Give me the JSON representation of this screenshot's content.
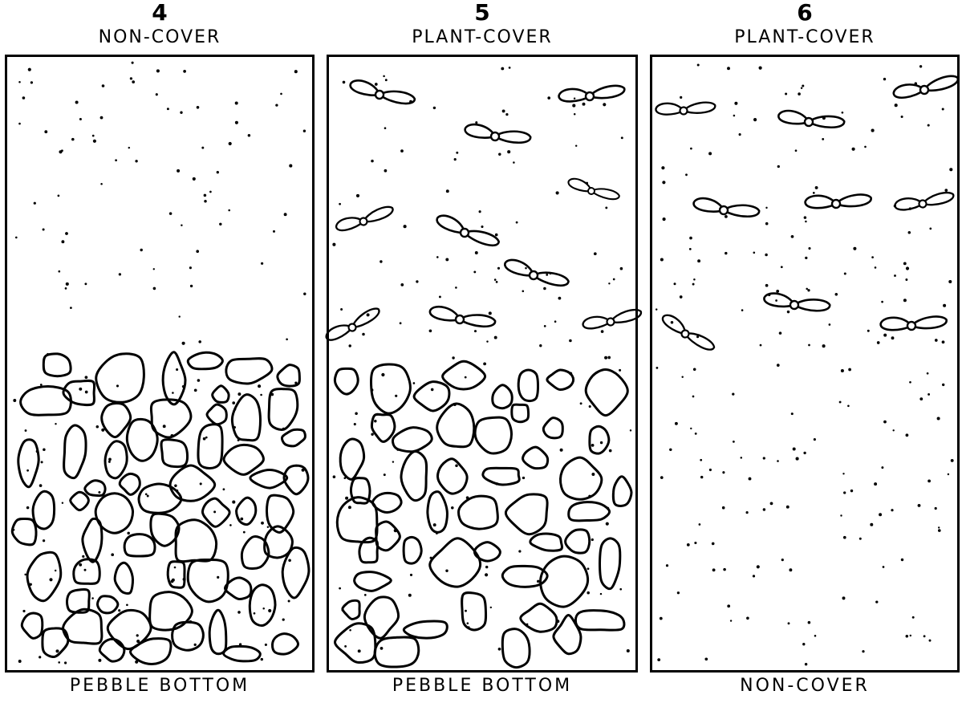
{
  "panels": [
    {
      "number": "4",
      "top_label": "NON-COVER",
      "bottom_label": "PEBBLE BOTTOM",
      "has_plants": false,
      "has_pebbles": true
    },
    {
      "number": "5",
      "top_label": "PLANT-COVER",
      "bottom_label": "PEBBLE BOTTOM",
      "has_plants": true,
      "has_pebbles": true
    },
    {
      "number": "6",
      "top_label": "PLANT-COVER",
      "bottom_label": "NON-COVER",
      "has_plants": true,
      "has_pebbles": false
    }
  ],
  "colors": {
    "ink": "#000000",
    "background": "#ffffff"
  }
}
